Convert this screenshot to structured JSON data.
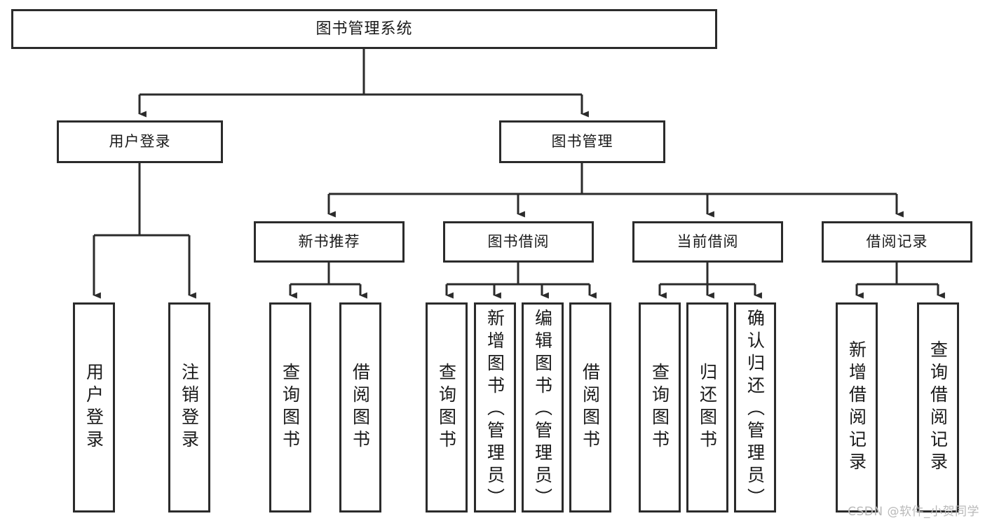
{
  "diagram": {
    "title": "图书管理系统",
    "type": "tree-hierarchy",
    "levels": 4,
    "colors": {
      "border": "#2b2b2b",
      "line": "#2b2b2b",
      "background": "#ffffff",
      "text": "#1a1a1a",
      "watermark": "#b9b9b9"
    },
    "root": {
      "id": "root",
      "label": "图书管理系统"
    },
    "level2": [
      {
        "id": "user-login",
        "label": "用户登录"
      },
      {
        "id": "book-manage",
        "label": "图书管理"
      }
    ],
    "level3": [
      {
        "id": "new-book-recommend",
        "label": "新书推荐",
        "parent": "book-manage"
      },
      {
        "id": "book-borrow",
        "label": "图书借阅",
        "parent": "book-manage"
      },
      {
        "id": "current-borrow",
        "label": "当前借阅",
        "parent": "book-manage"
      },
      {
        "id": "borrow-record",
        "label": "借阅记录",
        "parent": "book-manage"
      }
    ],
    "leaves": {
      "user-login": [
        {
          "id": "leaf-user-login",
          "label": "用户登录"
        },
        {
          "id": "leaf-logout-login",
          "label": "注销登录"
        }
      ],
      "new-book-recommend": [
        {
          "id": "leaf-query-book-1",
          "label": "查询图书"
        },
        {
          "id": "leaf-borrow-book-1",
          "label": "借阅图书"
        }
      ],
      "book-borrow": [
        {
          "id": "leaf-query-book-2",
          "label": "查询图书"
        },
        {
          "id": "leaf-add-book-admin",
          "label": "新增图书（管理员）"
        },
        {
          "id": "leaf-edit-book-admin",
          "label": "编辑图书（管理员）"
        },
        {
          "id": "leaf-borrow-book-2",
          "label": "借阅图书"
        }
      ],
      "current-borrow": [
        {
          "id": "leaf-query-book-3",
          "label": "查询图书"
        },
        {
          "id": "leaf-return-book",
          "label": "归还图书"
        },
        {
          "id": "leaf-confirm-return-admin",
          "label": "确认归还（管理员）"
        }
      ],
      "borrow-record": [
        {
          "id": "leaf-add-borrow-record",
          "label": "新增借阅记录"
        },
        {
          "id": "leaf-query-borrow-record",
          "label": "查询借阅记录"
        }
      ]
    }
  },
  "watermark": {
    "text": "CSDN @软件_小贺同学"
  }
}
